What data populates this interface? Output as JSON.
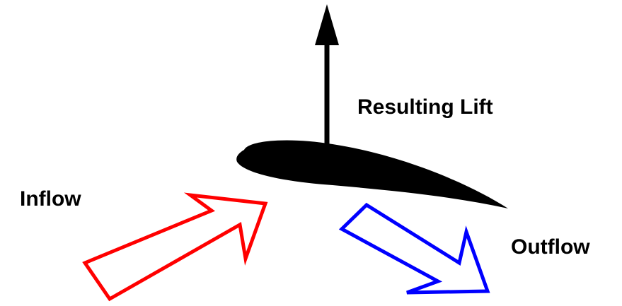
{
  "labels": {
    "lift": "Resulting Lift",
    "inflow": "Inflow",
    "outflow": "Outflow"
  },
  "colors": {
    "text": "#000000",
    "lift_arrow": "#000000",
    "airfoil": "#000000",
    "inflow_arrow": "#ff0000",
    "outflow_arrow": "#0000ff",
    "background": "#ffffff"
  }
}
